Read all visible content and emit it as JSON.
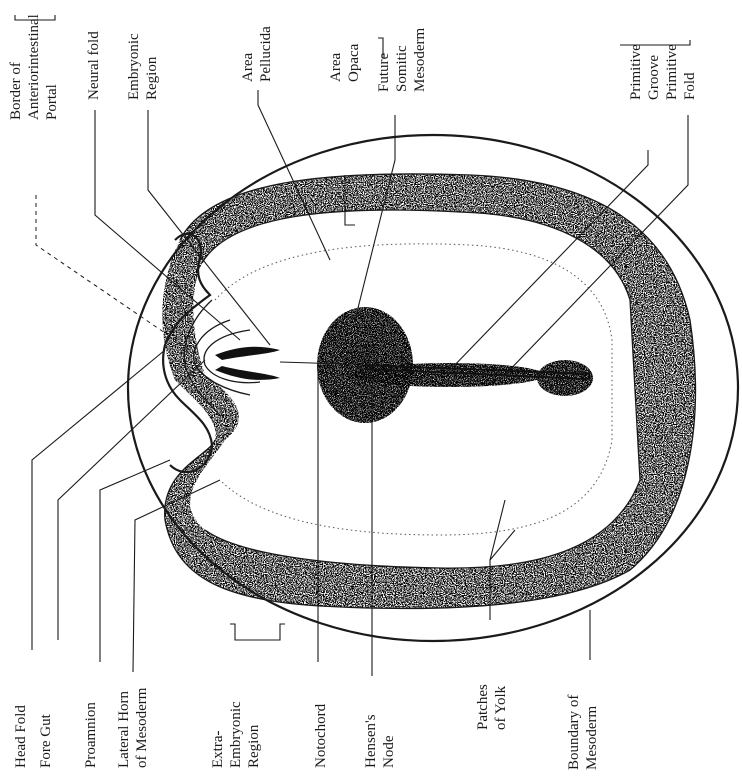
{
  "labels": {
    "left": {
      "head_fold": "Head Fold",
      "fore_gut": "Fore Gut",
      "proamnion": "Proamnion",
      "lateral_horn": [
        "Lateral Horn",
        "of Mesoderm"
      ],
      "extra_embryonic": [
        "Extra-",
        "Embryonic",
        "Region"
      ],
      "notochord": "Notochord",
      "hensens_node": [
        "Hensen's",
        "Node"
      ],
      "patches_of_yolk": [
        "Patches",
        "of Yolk"
      ],
      "boundary_of_mesoderm": [
        "Boundary of",
        "Mesoderm"
      ]
    },
    "right": {
      "border_portal": [
        "Border of",
        "Anteriorintestinal",
        "Portal"
      ],
      "neural_fold": "Neural fold",
      "embryonic_region": [
        "Embryonic",
        "Region"
      ],
      "area_pellucida": [
        "Area",
        "Pellucida"
      ],
      "area_opaca": [
        "Area",
        "Opaca"
      ],
      "future_somitic": [
        "Future",
        "Somitic",
        "Mesoderm"
      ],
      "primitive_groove": [
        "Primitive",
        "Groove"
      ],
      "primitive_fold": [
        "Primitive",
        "Fold"
      ]
    }
  },
  "colors": {
    "ink": "#1a1a1a",
    "stipple": "#2a2a2a",
    "background": "#ffffff"
  }
}
